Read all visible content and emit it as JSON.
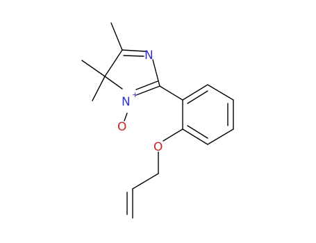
{
  "molecule": {
    "atoms": {
      "n_imine": "N",
      "n_oxide": "N",
      "n_oxide_charge": "+",
      "o_oxide": "O",
      "o_ether": "O"
    }
  },
  "colors": {
    "nitrogen": "#3333cc",
    "oxygen": "#cc2222",
    "bond": "#000000",
    "background": "#ffffff"
  }
}
